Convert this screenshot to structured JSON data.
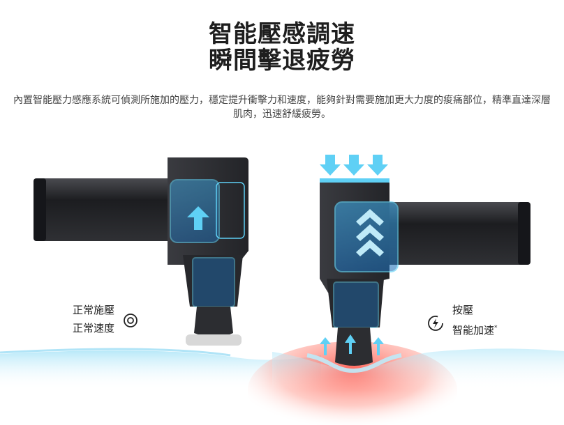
{
  "heading": {
    "line1": "智能壓感調速",
    "line2": "瞬間擊退疲勞"
  },
  "description": "內置智能壓力感應系統可偵測所施加的壓力，穩定提升衝擊力和速度，能夠針對需要施加更大力度的痠痛部位，精準直達深層肌肉，迅速舒緩疲勞。",
  "left_state": {
    "line1": "正常施壓",
    "line2": "正常速度",
    "icon": "normal-speed-icon"
  },
  "right_state": {
    "line1": "按壓",
    "line2": "智能加速",
    "footnote_mark": "*",
    "icon": "boost-speed-icon"
  },
  "colors": {
    "device_body": "#2b2c30",
    "highlight_blue": "#38b8f0",
    "arrow_cyan": "#5fd0f5",
    "wave_blue": "#bfeaf8",
    "wave_red": "#ff6a5e"
  }
}
